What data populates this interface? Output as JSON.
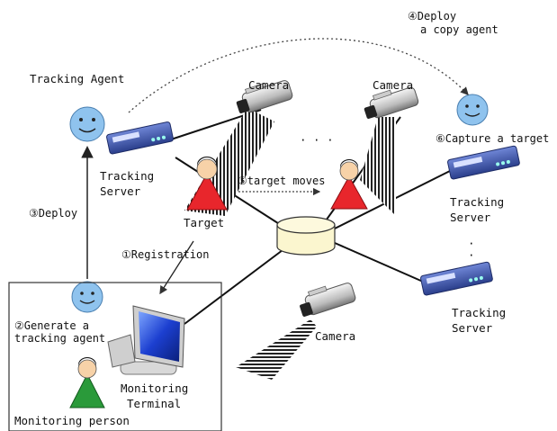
{
  "labels": {
    "tracking_agent": "Tracking Agent",
    "camera_top_left": "Camera",
    "camera_top_right": "Camera",
    "camera_bottom": "Camera",
    "ellipsis_top": "· · ·",
    "server_left_line1": "Tracking",
    "server_left_line2": "Server",
    "server_right_top_line1": "Tracking",
    "server_right_top_line2": "Server",
    "server_right_bottom_line1": "Tracking",
    "server_right_bottom_line2": "Server",
    "target": "Target",
    "step1": "①Registration",
    "step2_line1": "②Generate a",
    "step2_line2": "tracking agent",
    "step3": "③Deploy",
    "step4_line1": "④Deploy",
    "step4_line2": "a copy agent",
    "step5": "⑤target moves",
    "step6": "⑥Capture a target",
    "monitoring_terminal_line1": "Monitoring",
    "monitoring_terminal_line2": "Terminal",
    "monitoring_person": "Monitoring person"
  },
  "colors": {
    "agent_face": "#8fc3ee",
    "target_body": "#e8262c",
    "target_person_shirt": "#2a9a3a",
    "database": "#fbf6cf",
    "server_body": "#3f59b0"
  }
}
